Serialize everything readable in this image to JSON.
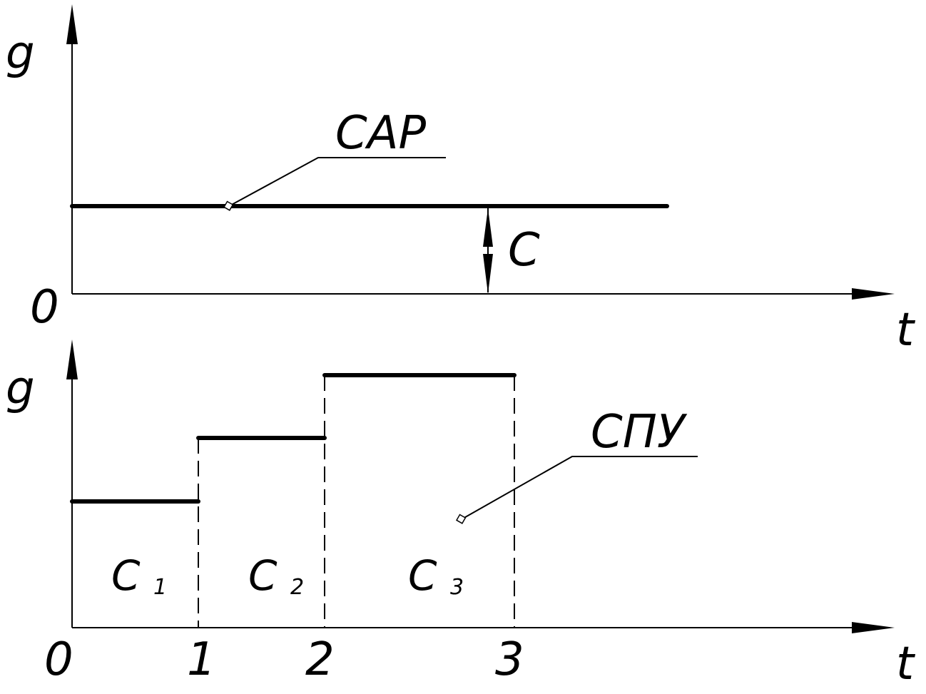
{
  "top_plot": {
    "y_axis_label": "g",
    "x_axis_label": "t",
    "origin_label": "0",
    "line_label": "САР",
    "offset_label": "С"
  },
  "bottom_plot": {
    "y_axis_label": "g",
    "x_axis_label": "t",
    "origin_label": "0",
    "x_ticks": [
      "1",
      "2",
      "3"
    ],
    "steps_label": "СПУ",
    "segments": [
      {
        "label": "С",
        "subscript": "1"
      },
      {
        "label": "С",
        "subscript": "2"
      },
      {
        "label": "С",
        "subscript": "3"
      }
    ]
  },
  "colors": {
    "ink": "#000000",
    "background": "#ffffff"
  }
}
